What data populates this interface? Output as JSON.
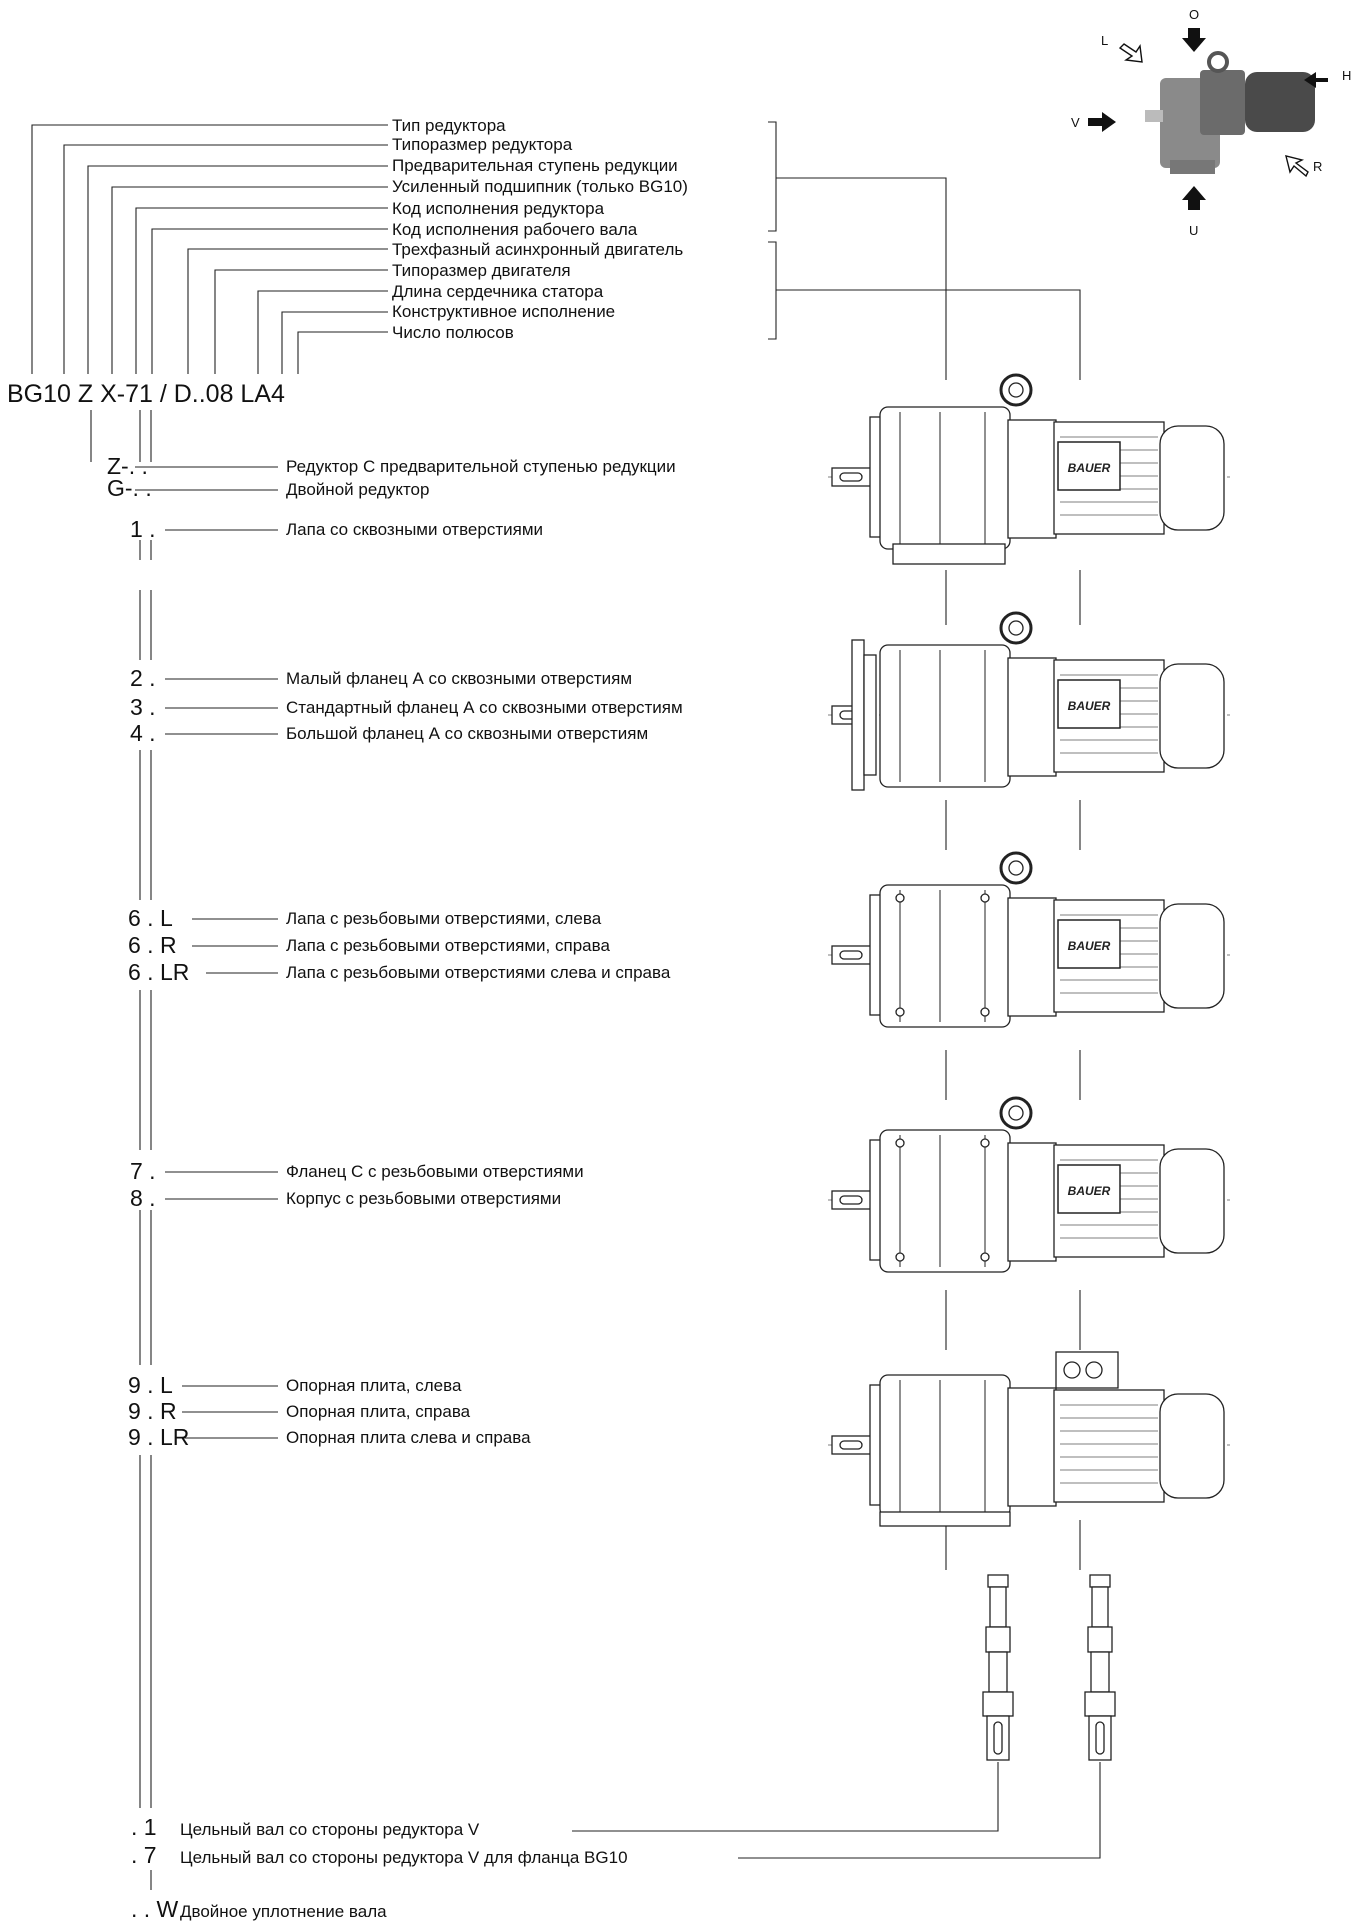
{
  "designation": "BG10 Z X-71 / D..08 LA4",
  "header_labels": [
    "Тип редуктора",
    "Типоразмер редуктора",
    "Предварительная ступень редукции",
    "Усиленный подшипник (только BG10)",
    "Код исполнения редуктора",
    "Код исполнения рабочего вала",
    "Трехфазный асинхронный двигатель",
    "Типоразмер двигателя",
    "Длина сердечника статора",
    "Конструктивное исполнение",
    "Число полюсов"
  ],
  "direction_labels": {
    "top": "O",
    "left": "L",
    "right": "H",
    "front": "V",
    "back": "R",
    "bottom": "U"
  },
  "motor_brand": "BAUER",
  "options": [
    {
      "code": "Z-. .",
      "text": "Редуктор С предварительной ступенью редукции"
    },
    {
      "code": "G-. .",
      "text": "Двойной редуктор"
    },
    {
      "code": "1 .",
      "text": "Лапа со сквозными отверстиями"
    },
    {
      "code": "2 .",
      "text": "Малый фланец А со сквозными отверстиям"
    },
    {
      "code": "3 .",
      "text": "Стандартный фланец А со сквозными отверстиям"
    },
    {
      "code": "4 .",
      "text": "Большой фланец А со сквозными отверстиям"
    },
    {
      "code": "6 . L",
      "text": "Лапа с резьбовыми отверстиями, слева"
    },
    {
      "code": "6 . R",
      "text": "Лапа с резьбовыми отверстиями, справа"
    },
    {
      "code": "6 . LR",
      "text": "Лапа с резьбовыми отверстиями слева и справа"
    },
    {
      "code": "7 .",
      "text": "Фланец С с резьбовыми отверстиями"
    },
    {
      "code": "8 .",
      "text": "Корпус с резьбовыми отверстиями"
    },
    {
      "code": "9 . L",
      "text": "Опорная плита, слева"
    },
    {
      "code": "9 . R",
      "text": "Опорная плита, справа"
    },
    {
      "code": "9 . LR",
      "text": "Опорная плита слева и справа"
    },
    {
      "code": ". 1",
      "text": "Цельный вал со стороны редуктора V"
    },
    {
      "code": ". 7",
      "text": "Цельный вал со стороны редуктора V для фланца BG10"
    },
    {
      "code": ". . W",
      "text": "Двойное уплотнение вала"
    }
  ]
}
